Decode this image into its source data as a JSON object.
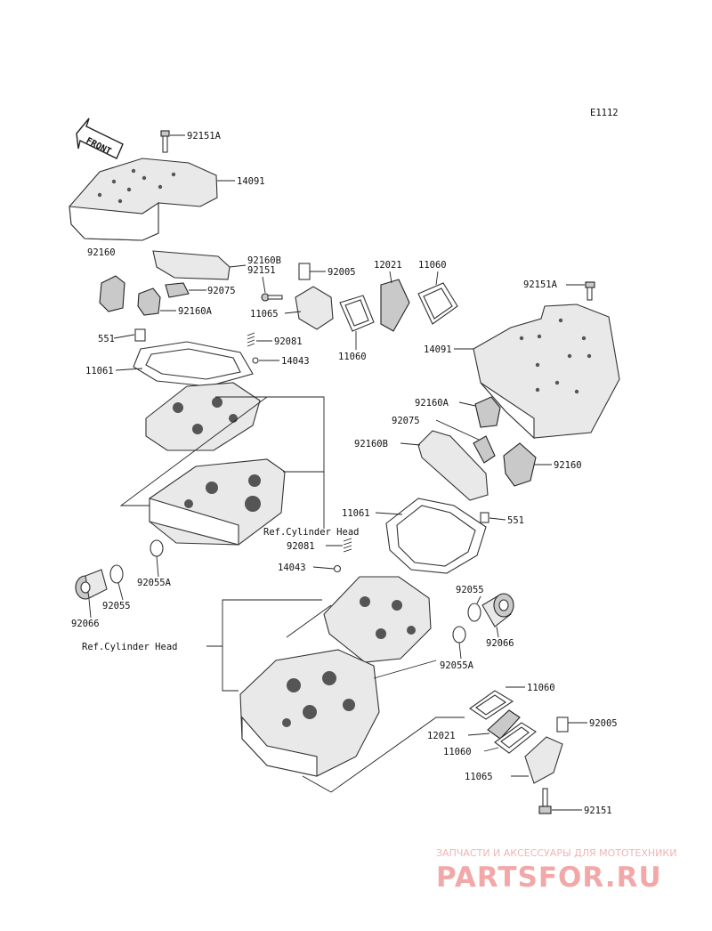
{
  "diagram_code": "E1112",
  "front_label": "FRONT",
  "labels": {
    "p92151A_top": "92151A",
    "p14091_left": "14091",
    "p92160_left": "92160",
    "p92160B_left": "92160B",
    "p92151_left": "92151",
    "p92005_left": "92005",
    "p12021_left": "12021",
    "p11060_left_top": "11060",
    "p92075_left": "92075",
    "p92160A_left": "92160A",
    "p11065_left": "11065",
    "p551_left": "551",
    "p92081_left": "92081",
    "p11061_left": "11061",
    "p14043_left": "14043",
    "p11060_left_mid": "11060",
    "p92151A_right": "92151A",
    "p14091_right": "14091",
    "p92160A_right": "92160A",
    "p92075_right": "92075",
    "p92160B_right": "92160B",
    "p92160_right": "92160",
    "p11061_right": "11061",
    "p551_right": "551",
    "ref_cyl_head_1": "Ref.Cylinder Head",
    "p92081_right": "92081",
    "p14043_right": "14043",
    "p92055A_left": "92055A",
    "p92066_left": "92066",
    "p92055_left": "92055",
    "ref_cyl_head_2": "Ref.Cylinder Head",
    "p92055_right": "92055",
    "p92066_right": "92066",
    "p92055A_right": "92055A",
    "p11060_right_top": "11060",
    "p12021_right": "12021",
    "p92005_right": "92005",
    "p11060_right_bot": "11060",
    "p11065_right": "11065",
    "p92151_right": "92151"
  },
  "watermark": {
    "subtitle": "ЗАПЧАСТИ И АКСЕССУАРЫ ДЛЯ МОТОТЕХНИКИ",
    "brand": "PARTSFOR.RU"
  }
}
